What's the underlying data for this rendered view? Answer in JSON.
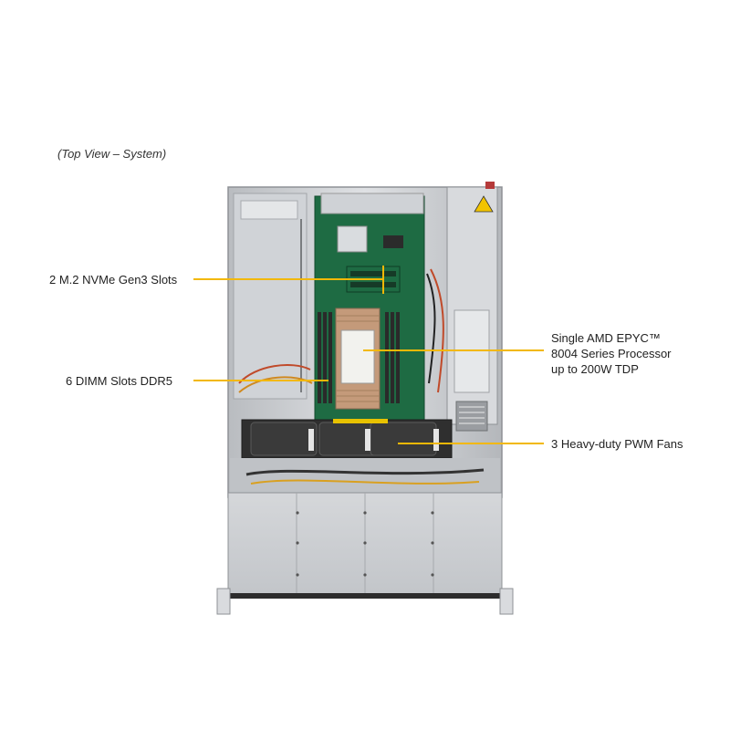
{
  "caption": "(Top View – System)",
  "callouts": {
    "m2": "2 M.2 NVMe Gen3 Slots",
    "dimm": "6 DIMM Slots DDR5",
    "cpu": [
      "Single AMD EPYC™",
      "8004 Series Processor",
      "up to 200W TDP"
    ],
    "fans": "3 Heavy-duty  PWM Fans"
  },
  "colors": {
    "leader": "#f2b807",
    "chassis": "#c9ccd0",
    "board": "#1e6b43",
    "dimm": "#2a2a2a",
    "fan": "#3a3a3a"
  }
}
